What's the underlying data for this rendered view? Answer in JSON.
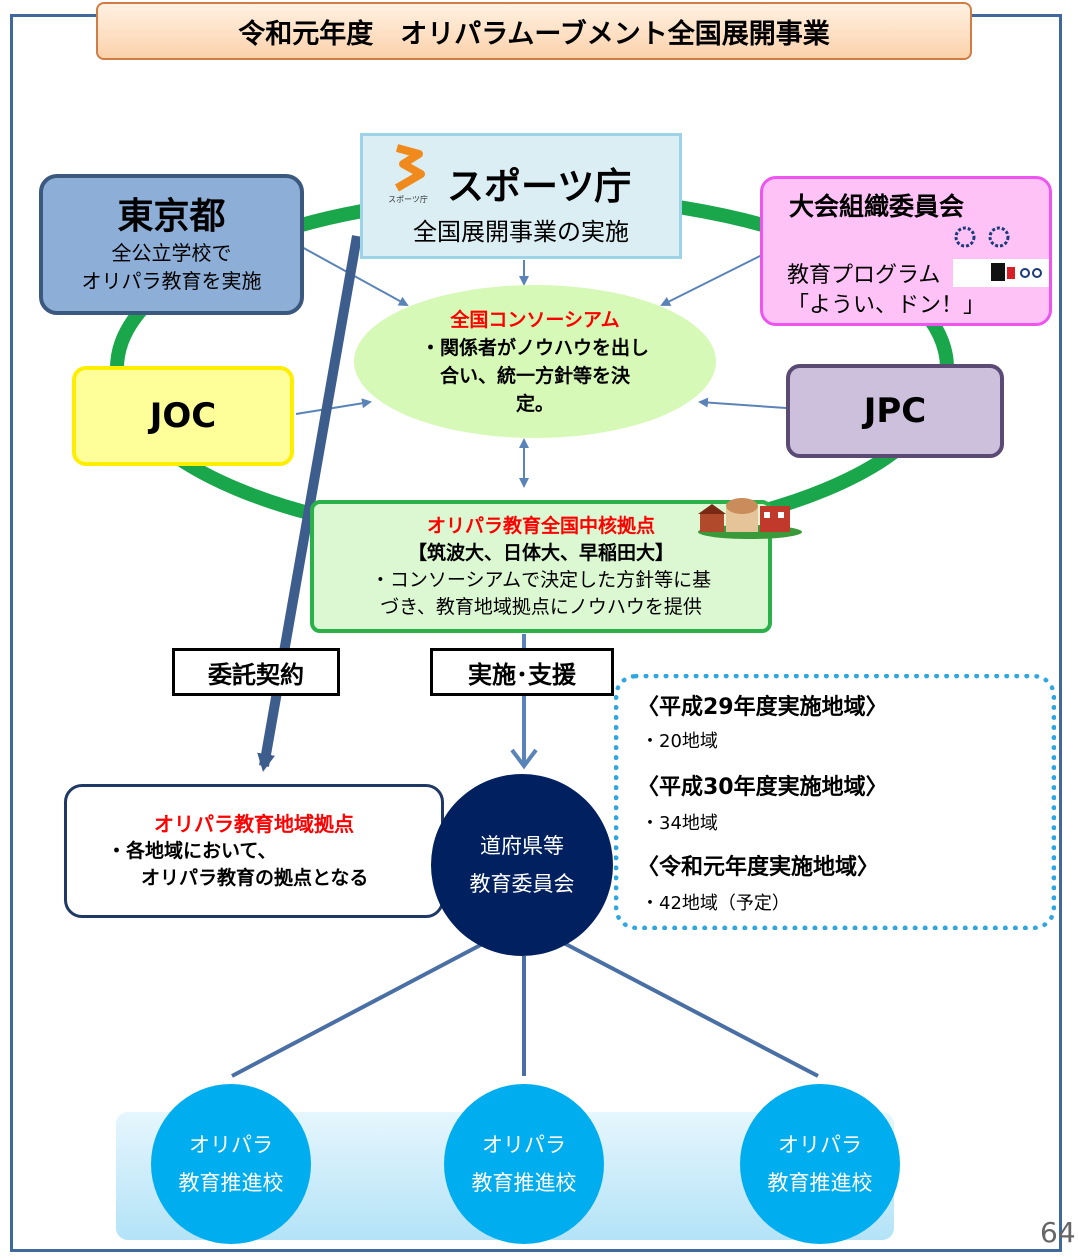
{
  "title": "令和元年度　オリパラムーブメント全国展開事業",
  "sports_agency": {
    "name": "スポーツ庁",
    "subtitle": "全国展開事業の実施",
    "logo_caption": "スポーツ庁"
  },
  "tokyo": {
    "name": "東京都",
    "line1": "全公立学校で",
    "line2": "オリパラ教育を実施"
  },
  "organizing_committee": {
    "name": "大会組織委員会",
    "line1": "教育プログラム",
    "line2": "「ようい、ドン！」"
  },
  "joc": "JOC",
  "jpc": "JPC",
  "consortium": {
    "title": "全国コンソーシアム",
    "line1": "・関係者がノウハウを出し",
    "line2": "合い、統一方針等を決",
    "line3": "定。"
  },
  "core_base": {
    "title": "オリパラ教育全国中核拠点",
    "line1": "【筑波大、日体大、早稲田大】",
    "line2": "・コンソーシアムで決定した方針等に基",
    "line3": "づき、教育地域拠点にノウハウを提供"
  },
  "labels": {
    "contract": "委託契約",
    "support": "実施･支援"
  },
  "regional_base": {
    "title": "オリパラ教育地域拠点",
    "line1": "・各地域において、",
    "line2": "オリパラ教育の拠点となる"
  },
  "board": {
    "line1": "道府県等",
    "line2": "教育委員会"
  },
  "regions": [
    {
      "heading": "〈平成29年度実施地域〉",
      "value": "・20地域"
    },
    {
      "heading": "〈平成30年度実施地域〉",
      "value": "・34地域"
    },
    {
      "heading": "〈令和元年度実施地域〉",
      "value": "・42地域（予定）"
    }
  ],
  "schools": [
    {
      "line1": "オリパラ",
      "line2": "教育推進校"
    },
    {
      "line1": "オリパラ",
      "line2": "教育推進校"
    },
    {
      "line1": "オリパラ",
      "line2": "教育推進校"
    }
  ],
  "page_number": "64",
  "colors": {
    "ring": "#1aa64a",
    "arrow": "#5a83b8",
    "contract_arrow": "#3d5d8c",
    "board": "#002060",
    "school": "#00adee",
    "accent_red": "#ff0000"
  }
}
